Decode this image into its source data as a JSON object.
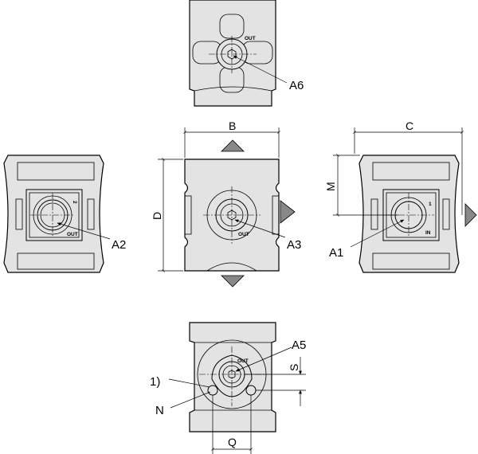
{
  "views": {
    "top": {
      "port_label": "OUT"
    },
    "left": {
      "port_label": "OUT",
      "port_number": "2"
    },
    "front": {
      "port_label": "OUT"
    },
    "right": {
      "port_label": "IN",
      "port_number": "1"
    },
    "bottom": {
      "port_label": "OUT"
    }
  },
  "callouts": {
    "a1": "A1",
    "a2": "A2",
    "a3": "A3",
    "a5": "A5",
    "a6": "A6",
    "note": "1)",
    "n": "N"
  },
  "dimensions": {
    "b": "B",
    "c": "C",
    "d": "D",
    "m": "M",
    "s": "S",
    "q": "Q"
  }
}
